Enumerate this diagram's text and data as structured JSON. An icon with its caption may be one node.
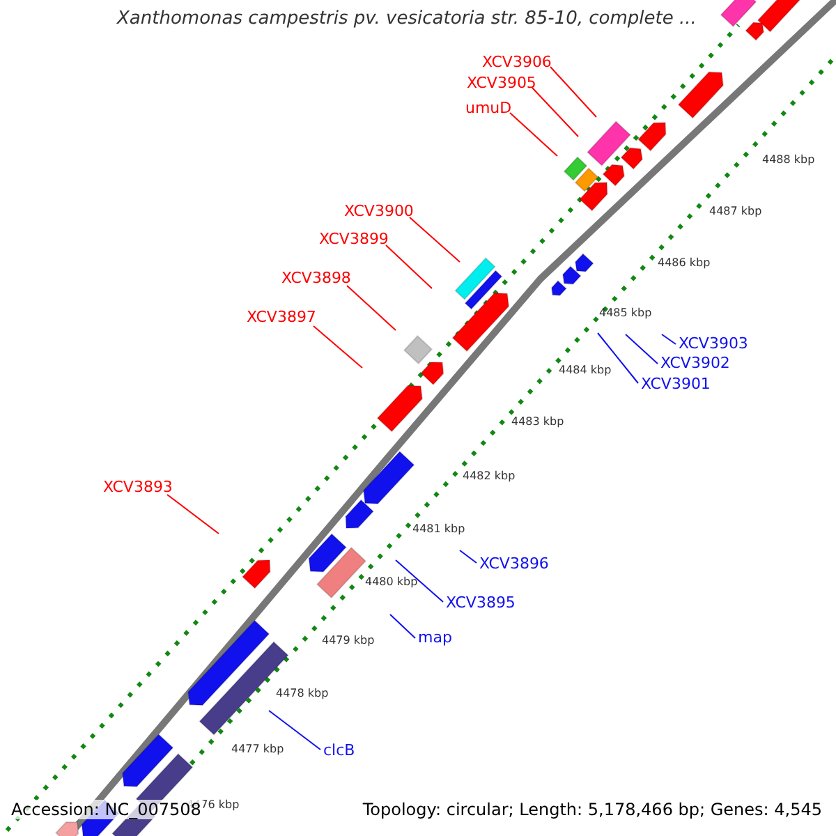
{
  "diagram": {
    "title": "Xanthomonas campestris pv. vesicatoria str. 85-10, complete ...",
    "nodes": [
      {
        "text": [
          "XCV3906"
        ]
      },
      {
        "text": [
          "XCV3905"
        ]
      },
      {
        "text": [
          "umuD"
        ]
      },
      {
        "text": [
          "XCV3900"
        ]
      },
      {
        "text": [
          "XCV3899"
        ]
      },
      {
        "text": [
          "XCV3898"
        ]
      },
      {
        "text": [
          "XCV3897"
        ]
      },
      {
        "text": [
          "XCV3903"
        ]
      },
      {
        "text": [
          "XCV3902"
        ]
      },
      {
        "text": [
          "XCV3901"
        ]
      },
      {
        "text": [
          "XCV3893"
        ]
      },
      {
        "text": [
          "XCV3896"
        ]
      },
      {
        "text": [
          "XCV3895"
        ]
      },
      {
        "text": [
          "map"
        ]
      },
      {
        "text": [
          "clcB"
        ]
      }
    ],
    "edges": [
      {
        "from": 0,
        "to": null,
        "arrow": "none",
        "color": "#ff0000"
      },
      {
        "from": 1,
        "to": null,
        "arrow": "none",
        "color": "#ff0000"
      },
      {
        "from": 2,
        "to": null,
        "arrow": "none",
        "color": "#ff0000"
      },
      {
        "from": 3,
        "to": null,
        "arrow": "none",
        "color": "#ff0000"
      },
      {
        "from": 4,
        "to": null,
        "arrow": "none",
        "color": "#ff0000"
      },
      {
        "from": 5,
        "to": null,
        "arrow": "none",
        "color": "#ff0000"
      },
      {
        "from": 6,
        "to": null,
        "arrow": "none",
        "color": "#ff0000"
      },
      {
        "from": 7,
        "to": null,
        "arrow": "none",
        "color": "#1111ee"
      },
      {
        "from": 8,
        "to": null,
        "arrow": "none",
        "color": "#1111ee"
      },
      {
        "from": 9,
        "to": null,
        "arrow": "none",
        "color": "#1111ee"
      },
      {
        "from": 10,
        "to": null,
        "arrow": "none",
        "color": "#ff0000"
      },
      {
        "from": 11,
        "to": null,
        "arrow": "none",
        "color": "#1111ee"
      },
      {
        "from": 12,
        "to": null,
        "arrow": "none",
        "color": "#1111ee"
      },
      {
        "from": 13,
        "to": null,
        "arrow": "none",
        "color": "#1111ee"
      },
      {
        "from": 14,
        "to": null,
        "arrow": "none",
        "color": "#1111ee"
      }
    ],
    "labels": [
      "4488 kbp",
      "4487 kbp",
      "4486 kbp",
      "4485 kbp",
      "4484 kbp",
      "4483 kbp",
      "4482 kbp",
      "4481 kbp",
      "4480 kbp",
      "4479 kbp",
      "4478 kbp",
      "4477 kbp",
      "4476 kbp",
      "Accession: NC_007508",
      "Topology: circular; Length: 5,178,466 bp; Genes: 4,545"
    ]
  }
}
